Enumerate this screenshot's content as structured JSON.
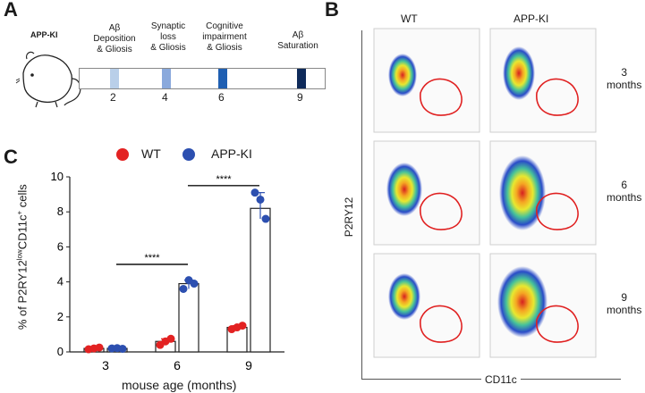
{
  "panels": {
    "A": "A",
    "B": "B",
    "C": "C"
  },
  "panelA": {
    "mouse_label": "APP-KI",
    "events": [
      {
        "label": "Aβ\nDeposition\n& Gliosis",
        "month": "2"
      },
      {
        "label": "Synaptic\nloss\n& Gliosis",
        "month": "4"
      },
      {
        "label": "Cognitive\nimpairment\n& Gliosis",
        "month": "6"
      },
      {
        "label": "Aβ\nSaturation",
        "month": "9"
      }
    ],
    "bar_colors": [
      "#b9cfe9",
      "#8aa9dc",
      "#1f5fb2",
      "#0e2a5a"
    ]
  },
  "panelB": {
    "columns": [
      "WT",
      "APP-KI"
    ],
    "rows": [
      "3\nmonths",
      "6\nmonths",
      "9\nmonths"
    ],
    "y_axis": "P2RY12",
    "x_axis": "CD11c"
  },
  "chart_data": {
    "type": "bar",
    "categories": [
      "3",
      "6",
      "9"
    ],
    "series": [
      {
        "name": "WT",
        "color": "#e32222",
        "values": [
          0.2,
          0.6,
          1.4
        ],
        "points": [
          [
            0.15,
            0.2,
            0.25
          ],
          [
            0.4,
            0.6,
            0.75
          ],
          [
            1.3,
            1.4,
            1.5
          ]
        ]
      },
      {
        "name": "APP-KI",
        "color": "#2c4fb0",
        "values": [
          0.2,
          3.9,
          8.2
        ],
        "points": [
          [
            0.2,
            0.22,
            0.18
          ],
          [
            3.6,
            4.1,
            3.9
          ],
          [
            9.1,
            8.7,
            7.6
          ]
        ]
      }
    ],
    "ylabel": "% of P2RY12lowCD11c+ cells",
    "ylabel_parts": {
      "pre": "% of P2RY12",
      "sup1": "low",
      "mid": "CD11c",
      "sup2": "+",
      "post": " cells"
    },
    "xlabel": "mouse age (months)",
    "ylim": [
      0,
      10
    ],
    "yticks": [
      "0",
      "2",
      "4",
      "6",
      "8",
      "10"
    ],
    "significance": [
      {
        "label": "****",
        "from": "3",
        "to": "6"
      },
      {
        "label": "****",
        "from": "6",
        "to": "9"
      }
    ],
    "legend": [
      "WT",
      "APP-KI"
    ]
  }
}
